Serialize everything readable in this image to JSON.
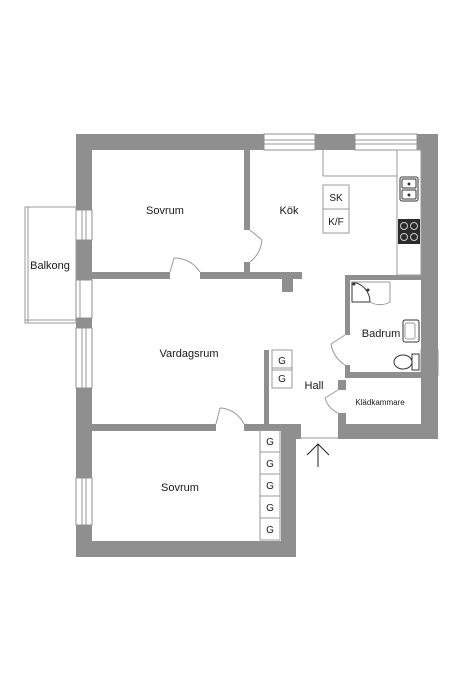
{
  "rooms": {
    "sovrum_top": "Sovrum",
    "kok": "Kök",
    "balkong": "Balkong",
    "vardagsrum": "Vardagsrum",
    "badrum": "Badrum",
    "hall": "Hall",
    "kladkammare": "Klädkammare",
    "sovrum_bottom": "Sovrum"
  },
  "fixtures": {
    "sk": "SK",
    "kf": "K/F",
    "wardrobe": "G"
  },
  "colors": {
    "wall": "#8f8f8f",
    "line": "#9a9a9a",
    "text": "#1a1a1a"
  }
}
